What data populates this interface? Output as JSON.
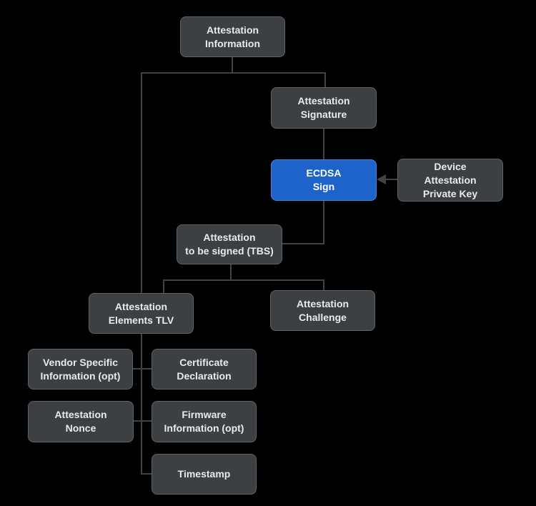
{
  "colors": {
    "background": "#000000",
    "node_fill": "#3c4043",
    "node_border": "#5f6368",
    "node_text": "#e8eaed",
    "accent_fill": "#1e63c9",
    "accent_border": "#4d80d0",
    "accent_text": "#ffffff",
    "connector": "#3f4346"
  },
  "nodes": {
    "attestation_information": {
      "label": "Attestation\nInformation"
    },
    "attestation_signature": {
      "label": "Attestation\nSignature"
    },
    "ecdsa_sign": {
      "label": "ECDSA\nSign"
    },
    "device_attestation_private_key": {
      "label": "Device\nAttestation\nPrivate Key"
    },
    "attestation_tbs": {
      "label": "Attestation\nto be signed (TBS)"
    },
    "attestation_elements_tlv": {
      "label": "Attestation\nElements TLV"
    },
    "attestation_challenge": {
      "label": "Attestation\nChallenge"
    },
    "vendor_specific_information": {
      "label": "Vendor Specific\nInformation (opt)"
    },
    "certificate_declaration": {
      "label": "Certificate\nDeclaration"
    },
    "attestation_nonce": {
      "label": "Attestation\nNonce"
    },
    "firmware_information": {
      "label": "Firmware\nInformation (opt)"
    },
    "timestamp": {
      "label": "Timestamp"
    }
  },
  "edges": [
    {
      "from": "attestation_information",
      "to": "attestation_signature",
      "arrow": false
    },
    {
      "from": "attestation_information",
      "to": "attestation_elements_tlv",
      "arrow": false
    },
    {
      "from": "attestation_signature",
      "to": "ecdsa_sign",
      "arrow": false
    },
    {
      "from": "device_attestation_private_key",
      "to": "ecdsa_sign",
      "arrow": true
    },
    {
      "from": "ecdsa_sign",
      "to": "attestation_tbs",
      "arrow": false
    },
    {
      "from": "attestation_tbs",
      "to": "attestation_elements_tlv",
      "arrow": false
    },
    {
      "from": "attestation_tbs",
      "to": "attestation_challenge",
      "arrow": false
    },
    {
      "from": "attestation_elements_tlv",
      "to": "vendor_specific_information",
      "arrow": false
    },
    {
      "from": "attestation_elements_tlv",
      "to": "certificate_declaration",
      "arrow": false
    },
    {
      "from": "attestation_elements_tlv",
      "to": "attestation_nonce",
      "arrow": false
    },
    {
      "from": "attestation_elements_tlv",
      "to": "firmware_information",
      "arrow": false
    },
    {
      "from": "attestation_elements_tlv",
      "to": "timestamp",
      "arrow": false
    }
  ]
}
